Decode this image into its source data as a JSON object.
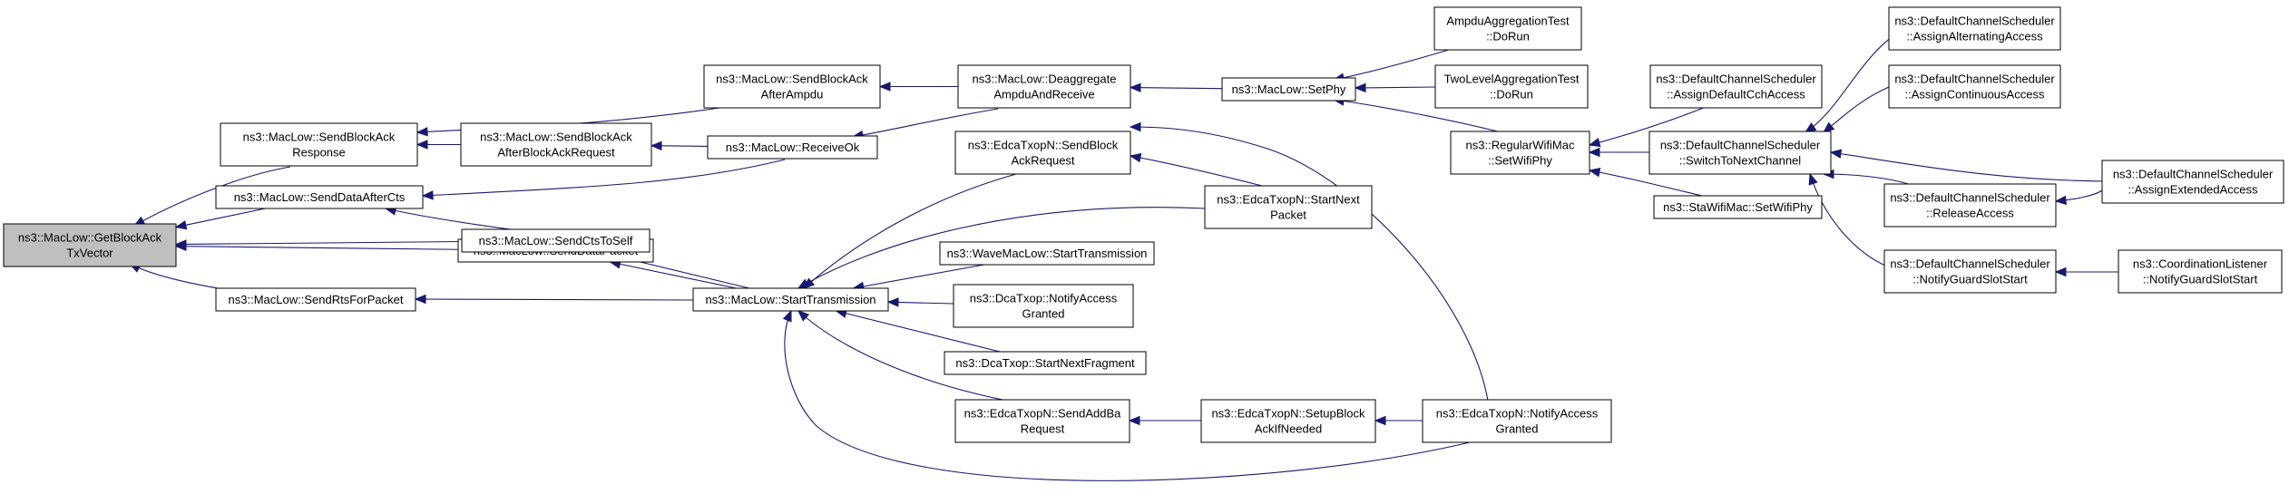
{
  "diagram": {
    "title": "",
    "colors": {
      "edge": "#191970",
      "root_fill": "#bfbfbf",
      "node_fill": "#ffffff",
      "border": "#000000"
    },
    "nodes": [
      {
        "id": "root",
        "lines": [
          "ns3::MacLow::GetBlockAck",
          "TxVector"
        ],
        "root": true
      },
      {
        "id": "sbar",
        "lines": [
          "ns3::MacLow::SendBlockAck",
          "Response"
        ]
      },
      {
        "id": "sdac",
        "lines": [
          "ns3::MacLow::SendDataAfterCts"
        ]
      },
      {
        "id": "sdp",
        "lines": [
          "ns3::MacLow::SendDataPacket"
        ]
      },
      {
        "id": "srfp",
        "lines": [
          "ns3::MacLow::SendRtsForPacket"
        ]
      },
      {
        "id": "sbaaa",
        "lines": [
          "ns3::MacLow::SendBlockAck",
          "AfterAmpdu"
        ]
      },
      {
        "id": "sbabar",
        "lines": [
          "ns3::MacLow::SendBlockAck",
          "AfterBlockAckRequest"
        ]
      },
      {
        "id": "sctss",
        "lines": [
          "ns3::MacLow::SendCtsToSelf"
        ]
      },
      {
        "id": "deag",
        "lines": [
          "ns3::MacLow::Deaggregate",
          "AmpduAndReceive"
        ]
      },
      {
        "id": "rok",
        "lines": [
          "ns3::MacLow::ReceiveOk"
        ]
      },
      {
        "id": "st",
        "lines": [
          "ns3::MacLow::StartTransmission"
        ]
      },
      {
        "id": "esbar",
        "lines": [
          "ns3::EdcaTxopN::SendBlock",
          "AckRequest"
        ]
      },
      {
        "id": "wmst",
        "lines": [
          "ns3::WaveMacLow::StartTransmission"
        ]
      },
      {
        "id": "dcana",
        "lines": [
          "ns3::DcaTxop::NotifyAccess",
          "Granted"
        ]
      },
      {
        "id": "dcasnf",
        "lines": [
          "ns3::DcaTxop::StartNextFragment"
        ]
      },
      {
        "id": "esaddba",
        "lines": [
          "ns3::EdcaTxopN::SendAddBa",
          "Request"
        ]
      },
      {
        "id": "setphy",
        "lines": [
          "ns3::MacLow::SetPhy"
        ]
      },
      {
        "id": "esnp",
        "lines": [
          "ns3::EdcaTxopN::StartNext",
          "Packet"
        ]
      },
      {
        "id": "esbaif",
        "lines": [
          "ns3::EdcaTxopN::SetupBlock",
          "AckIfNeeded"
        ]
      },
      {
        "id": "ampdu",
        "lines": [
          "AmpduAggregationTest",
          "::DoRun"
        ]
      },
      {
        "id": "twol",
        "lines": [
          "TwoLevelAggregationTest",
          "::DoRun"
        ]
      },
      {
        "id": "rwm",
        "lines": [
          "ns3::RegularWifiMac",
          "::SetWifiPhy"
        ]
      },
      {
        "id": "enag",
        "lines": [
          "ns3::EdcaTxopN::NotifyAccess",
          "Granted"
        ]
      },
      {
        "id": "dcsadca",
        "lines": [
          "ns3::DefaultChannelScheduler",
          "::AssignDefaultCchAccess"
        ]
      },
      {
        "id": "dcsstnc",
        "lines": [
          "ns3::DefaultChannelScheduler",
          "::SwitchToNextChannel"
        ]
      },
      {
        "id": "swm",
        "lines": [
          "ns3::StaWifiMac::SetWifiPhy"
        ]
      },
      {
        "id": "dcsaaa",
        "lines": [
          "ns3::DefaultChannelScheduler",
          "::AssignAlternatingAccess"
        ]
      },
      {
        "id": "dcsaca",
        "lines": [
          "ns3::DefaultChannelScheduler",
          "::AssignContinuousAccess"
        ]
      },
      {
        "id": "dcsra",
        "lines": [
          "ns3::DefaultChannelScheduler",
          "::ReleaseAccess"
        ]
      },
      {
        "id": "dcsngss",
        "lines": [
          "ns3::DefaultChannelScheduler",
          "::NotifyGuardSlotStart"
        ]
      },
      {
        "id": "dcsaea",
        "lines": [
          "ns3::DefaultChannelScheduler",
          "::AssignExtendedAccess"
        ]
      },
      {
        "id": "clngss",
        "lines": [
          "ns3::CoordinationListener",
          "::NotifyGuardSlotStart"
        ]
      }
    ],
    "edges": [
      {
        "from": "sbar",
        "to": "root"
      },
      {
        "from": "sdac",
        "to": "root"
      },
      {
        "from": "sctss",
        "to": "root"
      },
      {
        "from": "sdp",
        "to": "root"
      },
      {
        "from": "srfp",
        "to": "root"
      },
      {
        "from": "sbaaa",
        "to": "sbar"
      },
      {
        "from": "sbabar",
        "to": "sbar"
      },
      {
        "from": "rok",
        "to": "sdac"
      },
      {
        "from": "sctss",
        "to": "sdac"
      },
      {
        "from": "st",
        "to": "sdp"
      },
      {
        "from": "st",
        "to": "srfp"
      },
      {
        "from": "st",
        "to": "sctss"
      },
      {
        "from": "deag",
        "to": "sbaaa"
      },
      {
        "from": "rok",
        "to": "sbabar"
      },
      {
        "from": "deag",
        "to": "rok"
      },
      {
        "from": "setphy",
        "to": "deag"
      },
      {
        "from": "ampdu",
        "to": "setphy"
      },
      {
        "from": "twol",
        "to": "setphy"
      },
      {
        "from": "rwm",
        "to": "setphy"
      },
      {
        "from": "esbar",
        "to": "st"
      },
      {
        "from": "esnp",
        "to": "st"
      },
      {
        "from": "wmst",
        "to": "st"
      },
      {
        "from": "dcana",
        "to": "st"
      },
      {
        "from": "dcasnf",
        "to": "st"
      },
      {
        "from": "esaddba",
        "to": "st"
      },
      {
        "from": "enag",
        "to": "st"
      },
      {
        "from": "esnp",
        "to": "esbar"
      },
      {
        "from": "enag",
        "to": "esbar"
      },
      {
        "from": "esbaif",
        "to": "esaddba"
      },
      {
        "from": "enag",
        "to": "esbaif"
      },
      {
        "from": "dcsadca",
        "to": "rwm"
      },
      {
        "from": "dcsstnc",
        "to": "rwm"
      },
      {
        "from": "swm",
        "to": "rwm"
      },
      {
        "from": "dcsaaa",
        "to": "dcsstnc"
      },
      {
        "from": "dcsaca",
        "to": "dcsstnc"
      },
      {
        "from": "dcsra",
        "to": "dcsstnc"
      },
      {
        "from": "dcsngss",
        "to": "dcsstnc"
      },
      {
        "from": "dcsaea",
        "to": "dcsstnc"
      },
      {
        "from": "dcsaea",
        "to": "dcsra"
      },
      {
        "from": "clngss",
        "to": "dcsngss"
      }
    ]
  }
}
